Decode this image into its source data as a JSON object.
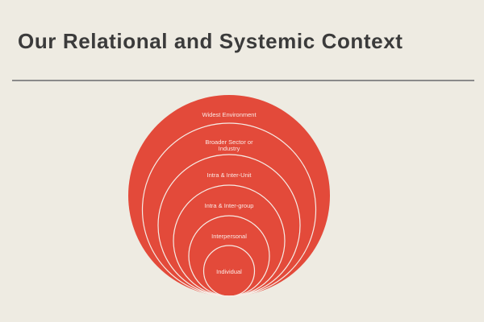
{
  "title": "Our Relational and Systemic Context",
  "colors": {
    "circle_fill": "#e34a3a",
    "ring_stroke": "#f6ece6",
    "background": "#eeebe2"
  },
  "diagram": {
    "levels": [
      {
        "label": "Widest Environment"
      },
      {
        "label_lines": [
          "Broader Sector or",
          "Industry"
        ]
      },
      {
        "label": "Intra & Inter-Unit"
      },
      {
        "label": "Intra & Inter-group"
      },
      {
        "label": "Interpersonal"
      },
      {
        "label": "Individual"
      }
    ]
  }
}
